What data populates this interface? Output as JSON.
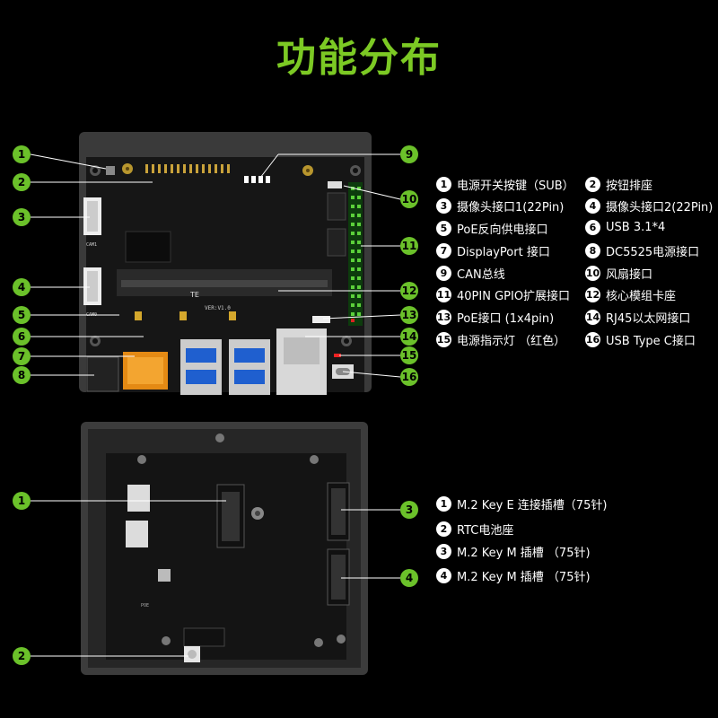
{
  "title": "功能分布",
  "top_callouts": [
    "1",
    "2",
    "3",
    "4",
    "5",
    "6",
    "7",
    "8",
    "9",
    "10",
    "11",
    "12",
    "13",
    "14",
    "15",
    "16"
  ],
  "bottom_callouts": [
    "1",
    "2",
    "3",
    "4"
  ],
  "top_legend": [
    {
      "num": "1",
      "label": "电源开关按键（SUB）"
    },
    {
      "num": "2",
      "label": "按钮排座"
    },
    {
      "num": "3",
      "label": "摄像头接口1(22Pin)"
    },
    {
      "num": "4",
      "label": "摄像头接口2(22Pin)"
    },
    {
      "num": "5",
      "label": "PoE反向供电接口"
    },
    {
      "num": "6",
      "label": "USB 3.1*4"
    },
    {
      "num": "7",
      "label": "DisplayPort 接口"
    },
    {
      "num": "8",
      "label": "DC5525电源接口"
    },
    {
      "num": "9",
      "label": "CAN总线"
    },
    {
      "num": "10",
      "label": "风扇接口"
    },
    {
      "num": "11",
      "label": "40PIN GPIO扩展接口"
    },
    {
      "num": "12",
      "label": "核心模组卡座"
    },
    {
      "num": "13",
      "label": "PoE接口 (1x4pin)"
    },
    {
      "num": "14",
      "label": "RJ45以太网接口"
    },
    {
      "num": "15",
      "label": "电源指示灯 （红色）"
    },
    {
      "num": "16",
      "label": "USB Type C接口"
    }
  ],
  "bottom_legend": [
    {
      "num": "1",
      "label": "M.2 Key E 连接插槽（75针)"
    },
    {
      "num": "2",
      "label": "RTC电池座"
    },
    {
      "num": "3",
      "label": "M.2 Key M 插槽 （75针)"
    },
    {
      "num": "4",
      "label": "M.2 Key M 插槽 （75针)"
    }
  ],
  "board_silk": {
    "ver": "VER:V1.0",
    "te": "TE",
    "cam1": "CAM1",
    "cam0": "CAM0",
    "poe": "POE"
  },
  "colors": {
    "accent": "#6bc12a",
    "title": "#7cc924",
    "board": "#1b1b1b",
    "case": "#3a3a3a"
  }
}
